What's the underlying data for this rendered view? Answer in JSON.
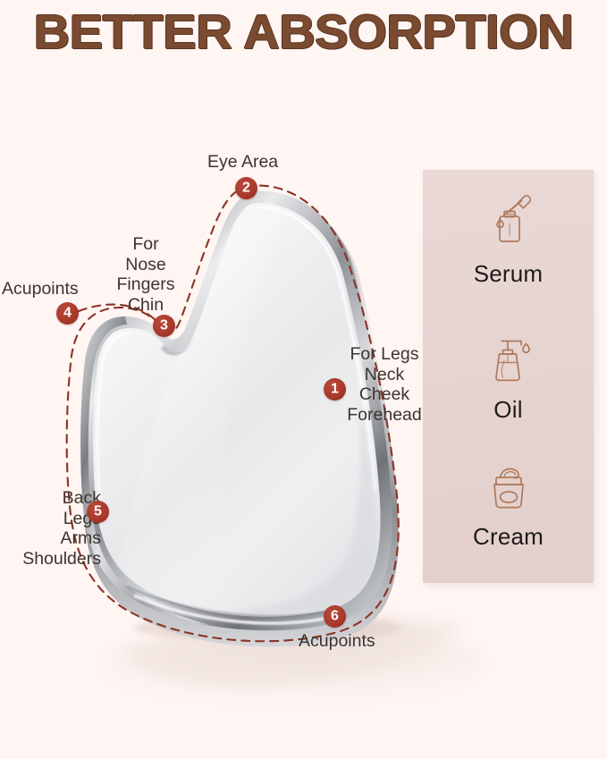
{
  "title": "BETTER ABSORPTION",
  "colors": {
    "background": "#fff5f2",
    "title_brown": "#7a4b31",
    "badge_red": "#a8392b",
    "panel_rose": "#e7d5d2",
    "icon_copper": "#b07a5e",
    "label_text": "#3b3431"
  },
  "callouts": [
    {
      "number": "1",
      "label": "For Legs\nNeck\nCheek\nForehead"
    },
    {
      "number": "2",
      "label": "Eye Area"
    },
    {
      "number": "3",
      "label": "For\nNose\nFingers\nChin"
    },
    {
      "number": "4",
      "label": "Acupoints"
    },
    {
      "number": "5",
      "label": "Back\nLegs\nArms\nShoulders"
    },
    {
      "number": "6",
      "label": "Acupoints"
    }
  ],
  "products": [
    {
      "icon": "serum-dropper-bottle-icon",
      "label": "Serum"
    },
    {
      "icon": "oil-pump-bottle-icon",
      "label": "Oil"
    },
    {
      "icon": "cream-jar-icon",
      "label": "Cream"
    }
  ],
  "product_image": {
    "name": "heart-shaped-gua-sha-stone",
    "material": "polished stainless steel"
  }
}
